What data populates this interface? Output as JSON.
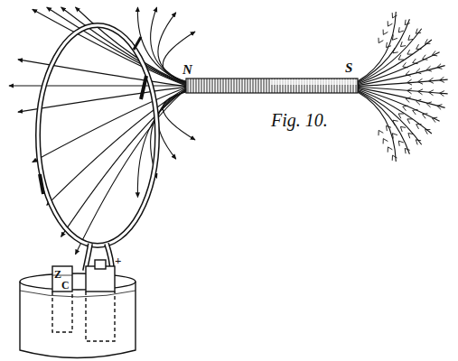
{
  "diagram": {
    "labels": [
      "N",
      "S",
      "Fig. 10.",
      "Z",
      "C",
      "+"
    ]
  }
}
